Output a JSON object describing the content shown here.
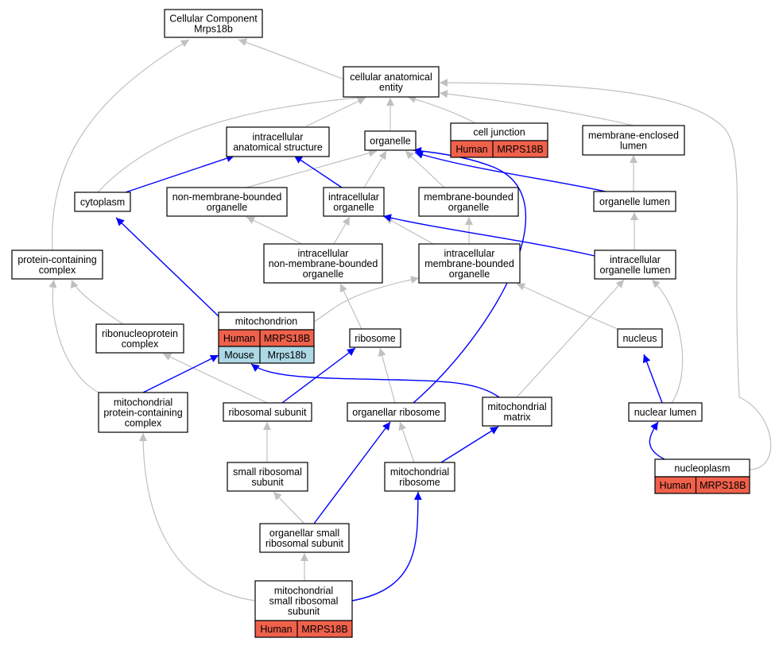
{
  "colors": {
    "gray_edge": "#c0c0c0",
    "blue_edge": "#0000ff",
    "node_border": "#000000",
    "node_fill": "#ffffff",
    "human_fill": "#f0614b",
    "mouse_fill": "#add8e6"
  },
  "nodes": [
    {
      "id": "cc_root",
      "lines": [
        "Cellular Component",
        "Mrps18b"
      ]
    },
    {
      "id": "cae",
      "lines": [
        "cellular anatomical",
        "entity"
      ]
    },
    {
      "id": "ias",
      "lines": [
        "intracellular",
        "anatomical structure"
      ]
    },
    {
      "id": "organelle",
      "lines": [
        "organelle"
      ]
    },
    {
      "id": "cell_junction",
      "lines": [
        "cell junction"
      ],
      "annotations": [
        [
          "Human",
          "MRPS18B"
        ]
      ]
    },
    {
      "id": "mel",
      "lines": [
        "membrane-enclosed",
        "lumen"
      ]
    },
    {
      "id": "cytoplasm",
      "lines": [
        "cytoplasm"
      ]
    },
    {
      "id": "nmbo",
      "lines": [
        "non-membrane-bounded",
        "organelle"
      ]
    },
    {
      "id": "io",
      "lines": [
        "intracellular",
        "organelle"
      ]
    },
    {
      "id": "mbo",
      "lines": [
        "membrane-bounded",
        "organelle"
      ]
    },
    {
      "id": "ol",
      "lines": [
        "organelle lumen"
      ]
    },
    {
      "id": "pcc",
      "lines": [
        "protein-containing",
        "complex"
      ]
    },
    {
      "id": "inmbo",
      "lines": [
        "intracellular",
        "non-membrane-bounded",
        "organelle"
      ]
    },
    {
      "id": "imbo",
      "lines": [
        "intracellular",
        "membrane-bounded",
        "organelle"
      ]
    },
    {
      "id": "iol",
      "lines": [
        "intracellular",
        "organelle lumen"
      ]
    },
    {
      "id": "mito",
      "lines": [
        "mitochondrion"
      ],
      "annotations": [
        [
          "Human",
          "MRPS18B"
        ],
        [
          "Mouse",
          "Mrps18b"
        ]
      ]
    },
    {
      "id": "rnp",
      "lines": [
        "ribonucleoprotein",
        "complex"
      ]
    },
    {
      "id": "ribosome",
      "lines": [
        "ribosome"
      ]
    },
    {
      "id": "nucleus",
      "lines": [
        "nucleus"
      ]
    },
    {
      "id": "mpcc",
      "lines": [
        "mitochondrial",
        "protein-containing",
        "complex"
      ]
    },
    {
      "id": "rsu",
      "lines": [
        "ribosomal subunit"
      ]
    },
    {
      "id": "orib",
      "lines": [
        "organellar ribosome"
      ]
    },
    {
      "id": "mmatrix",
      "lines": [
        "mitochondrial",
        "matrix"
      ]
    },
    {
      "id": "nlumen",
      "lines": [
        "nuclear lumen"
      ]
    },
    {
      "id": "srsu",
      "lines": [
        "small ribosomal",
        "subunit"
      ]
    },
    {
      "id": "mrib",
      "lines": [
        "mitochondrial",
        "ribosome"
      ]
    },
    {
      "id": "nucleoplasm",
      "lines": [
        "nucleoplasm"
      ],
      "annotations": [
        [
          "Human",
          "MRPS18B"
        ]
      ]
    },
    {
      "id": "osrsu",
      "lines": [
        "organellar small",
        "ribosomal subunit"
      ]
    },
    {
      "id": "msrsu",
      "lines": [
        "mitochondrial",
        "small ribosomal",
        "subunit"
      ],
      "annotations": [
        [
          "Human",
          "MRPS18B"
        ]
      ]
    }
  ]
}
